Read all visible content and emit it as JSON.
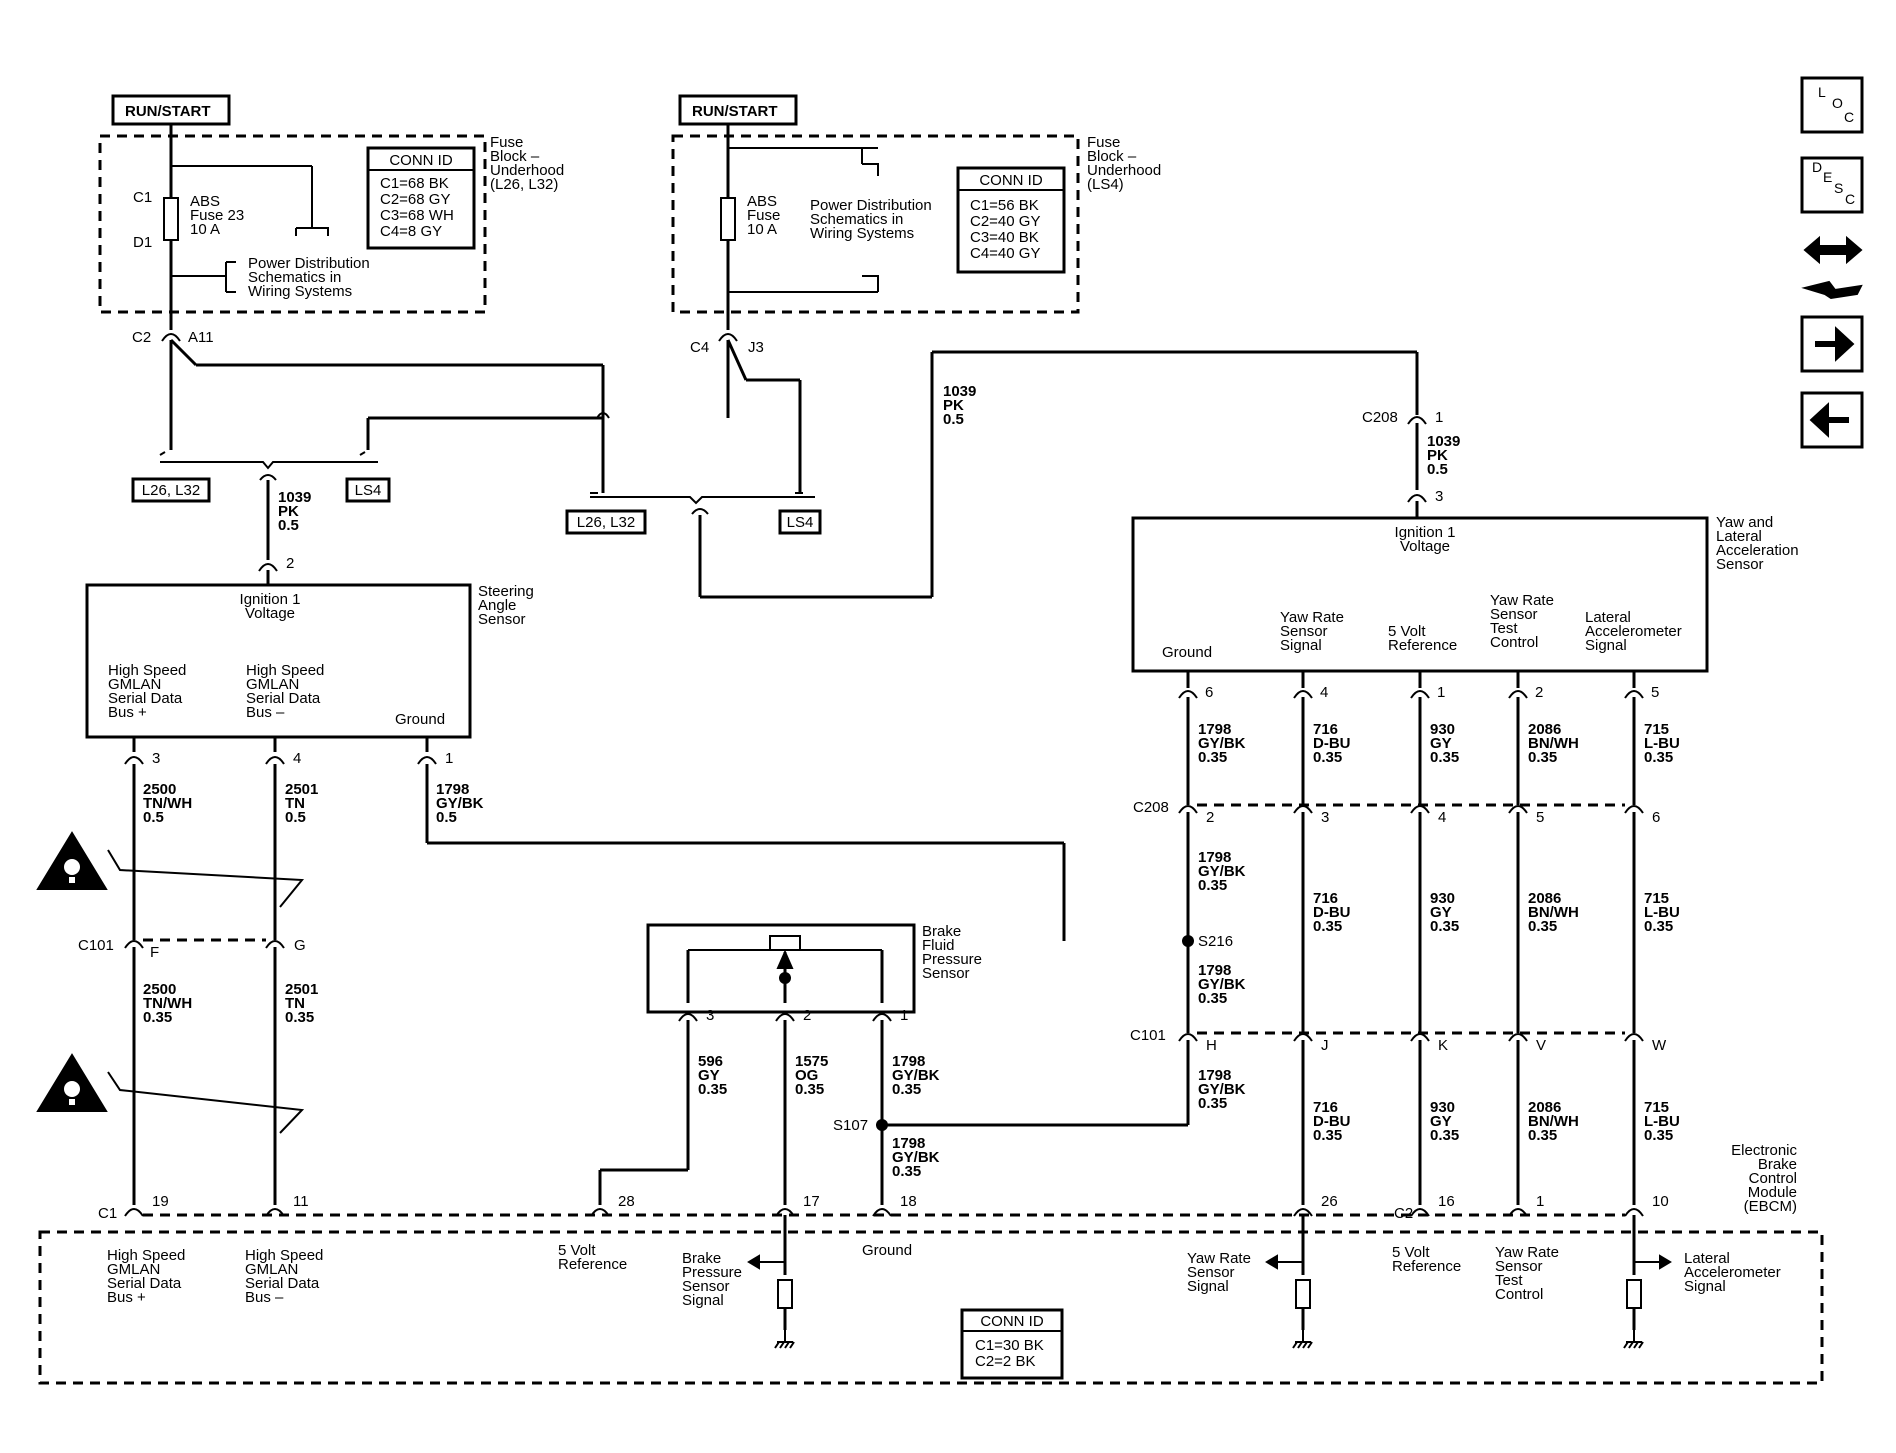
{
  "run_start": [
    "RUN/START",
    "RUN/START"
  ],
  "fuse_block_1": {
    "label": [
      "Fuse",
      "Block –",
      "Underhood",
      "(L26, L32)"
    ],
    "fuse": [
      "ABS",
      "Fuse 23",
      "10 A"
    ],
    "c1": "C1",
    "d1": "D1",
    "power_dist": [
      "Power Distribution",
      "Schematics in",
      "Wiring Systems"
    ],
    "conn_id": {
      "title": "CONN ID",
      "rows": [
        "C1=68 BK",
        "C2=68 GY",
        "C3=68 WH",
        "C4=8 GY"
      ]
    }
  },
  "fuse_block_2": {
    "label": [
      "Fuse",
      "Block –",
      "Underhood",
      "(LS4)"
    ],
    "fuse": [
      "ABS",
      "Fuse",
      "10 A"
    ],
    "power_dist": [
      "Power Distribution",
      "Schematics in",
      "Wiring Systems"
    ],
    "conn_id": {
      "title": "CONN ID",
      "rows": [
        "C1=56 BK",
        "C2=40 GY",
        "C3=40 BK",
        "C4=40 GY"
      ]
    }
  },
  "connectors": {
    "c2": "C2",
    "a11": "A11",
    "c4": "C4",
    "j3": "J3",
    "c208_top": "C208",
    "c208_top_pin": "1",
    "c208_bot_pin": "3",
    "sas_pin": "2",
    "c208_mid": "C208",
    "c101_mid": "C101",
    "c101_left": "C101",
    "s216": "S216",
    "s107": "S107",
    "c1": "C1"
  },
  "option_boxes": {
    "l26_1": "L26, L32",
    "ls4_1": "LS4",
    "l26_2": "L26, L32",
    "ls4_2": "LS4"
  },
  "wires": {
    "w1039_a": [
      "1039",
      "PK",
      "0.5"
    ],
    "w1039_b": [
      "1039",
      "PK",
      "0.5"
    ],
    "w1039_c": [
      "1039",
      "PK",
      "0.5"
    ],
    "w2500_a": [
      "2500",
      "TN/WH",
      "0.5"
    ],
    "w2501_a": [
      "2501",
      "TN",
      "0.5"
    ],
    "w1798_a": [
      "1798",
      "GY/BK",
      "0.5"
    ],
    "w2500_b": [
      "2500",
      "TN/WH",
      "0.35"
    ],
    "w2501_b": [
      "2501",
      "TN",
      "0.35"
    ],
    "w596": [
      "596",
      "GY",
      "0.35"
    ],
    "w1575": [
      "1575",
      "OG",
      "0.35"
    ],
    "w1798_bf": [
      "1798",
      "GY/BK",
      "0.35"
    ],
    "w1798_bf2": [
      "1798",
      "GY/BK",
      "0.35"
    ],
    "col_top": [
      [
        "1798",
        "GY/BK",
        "0.35"
      ],
      [
        "716",
        "D-BU",
        "0.35"
      ],
      [
        "930",
        "GY",
        "0.35"
      ],
      [
        "2086",
        "BN/WH",
        "0.35"
      ],
      [
        "715",
        "L-BU",
        "0.35"
      ]
    ],
    "col_mid": [
      [
        "1798",
        "GY/BK",
        "0.35"
      ],
      [
        "716",
        "D-BU",
        "0.35"
      ],
      [
        "930",
        "GY",
        "0.35"
      ],
      [
        "2086",
        "BN/WH",
        "0.35"
      ],
      [
        "715",
        "L-BU",
        "0.35"
      ]
    ],
    "col_s216": [
      "1798",
      "GY/BK",
      "0.35"
    ],
    "col_bot": [
      [
        "1798",
        "GY/BK",
        "0.35"
      ],
      [
        "716",
        "D-BU",
        "0.35"
      ],
      [
        "930",
        "GY",
        "0.35"
      ],
      [
        "2086",
        "BN/WH",
        "0.35"
      ],
      [
        "715",
        "L-BU",
        "0.35"
      ]
    ]
  },
  "steering_angle_sensor": {
    "name": [
      "Steering",
      "Angle",
      "Sensor"
    ],
    "ign": [
      "Ignition 1",
      "Voltage"
    ],
    "pins": [
      {
        "label": [
          "High Speed",
          "GMLAN",
          "Serial Data",
          "Bus +"
        ],
        "pin": "3"
      },
      {
        "label": [
          "High Speed",
          "GMLAN",
          "Serial Data",
          "Bus –"
        ],
        "pin": "4"
      },
      {
        "label": [
          "Ground"
        ],
        "pin": "1"
      }
    ]
  },
  "yaw_sensor": {
    "name": [
      "Yaw and",
      "Lateral",
      "Acceleration",
      "Sensor"
    ],
    "ign": [
      "Ignition 1",
      "Voltage"
    ],
    "pins": [
      {
        "label": [
          "Ground"
        ],
        "pin": "6",
        "c208": "2",
        "c101": "H"
      },
      {
        "label": [
          "Yaw Rate",
          "Sensor",
          "Signal"
        ],
        "pin": "4",
        "c208": "3",
        "c101": "J"
      },
      {
        "label": [
          "5 Volt",
          "Reference"
        ],
        "pin": "1",
        "c208": "4",
        "c101": "K"
      },
      {
        "label": [
          "Yaw Rate",
          "Sensor",
          "Test",
          "Control"
        ],
        "pin": "2",
        "c208": "5",
        "c101": "V"
      },
      {
        "label": [
          "Lateral",
          "Accelerometer",
          "Signal"
        ],
        "pin": "5",
        "c208": "6",
        "c101": "W"
      }
    ]
  },
  "c101_left_pins": [
    "F",
    "G"
  ],
  "brake_fluid_sensor": {
    "name": [
      "Brake",
      "Fluid",
      "Pressure",
      "Sensor"
    ],
    "pins": [
      "3",
      "2",
      "1"
    ]
  },
  "ebcm": {
    "name": [
      "Electronic",
      "Brake",
      "Control",
      "Module",
      "(EBCM)"
    ],
    "pins": [
      "19",
      "11",
      "28",
      "17",
      "18",
      "26",
      "16",
      "1",
      "10"
    ],
    "labels": {
      "p19": [
        "High Speed",
        "GMLAN",
        "Serial Data",
        "Bus +"
      ],
      "p11": [
        "High Speed",
        "GMLAN",
        "Serial Data",
        "Bus –"
      ],
      "p28": [
        "5 Volt",
        "Reference"
      ],
      "p17": [
        "Brake",
        "Pressure",
        "Sensor",
        "Signal"
      ],
      "p18": [
        "Ground"
      ],
      "p26": [
        "Yaw Rate",
        "Sensor",
        "Signal"
      ],
      "p16": [
        "5 Volt",
        "Reference"
      ],
      "p1": [
        "Yaw Rate",
        "Sensor",
        "Test",
        "Control"
      ],
      "p10": [
        "Lateral",
        "Accelerometer",
        "Signal"
      ]
    },
    "conn_id": {
      "title": "CONN ID",
      "rows": [
        "C1=30 BK",
        "C2=2 BK"
      ]
    }
  },
  "nav": {
    "loc": [
      "L",
      "O",
      "C"
    ],
    "desc": [
      "D",
      "E",
      "S",
      "C"
    ]
  }
}
